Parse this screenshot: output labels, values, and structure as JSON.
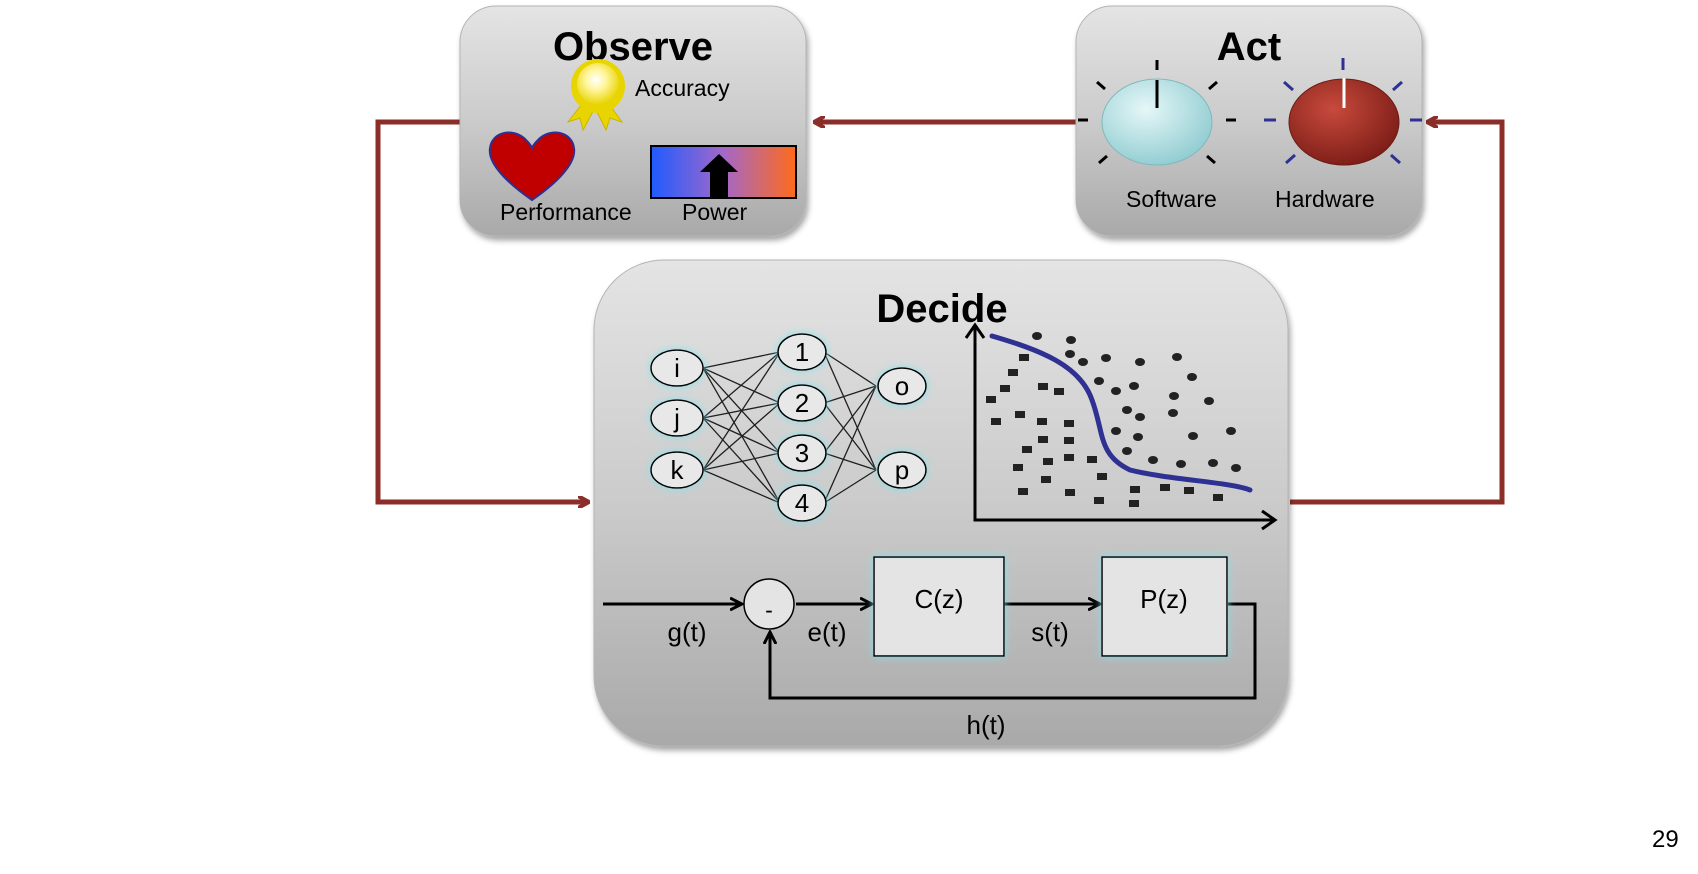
{
  "observe": {
    "title": "Observe",
    "accuracy_label": "Accuracy",
    "performance_label": "Performance",
    "power_label": "Power",
    "icons": [
      "ribbon-award-icon",
      "heart-icon",
      "power-gradient-meter-icon"
    ]
  },
  "act": {
    "title": "Act",
    "software_label": "Software",
    "hardware_label": "Hardware",
    "icons": [
      "software-knob-icon",
      "hardware-knob-icon"
    ]
  },
  "decide": {
    "title": "Decide",
    "neural_net": {
      "inputs": [
        "i",
        "j",
        "k"
      ],
      "hidden": [
        "1",
        "2",
        "3",
        "4"
      ],
      "outputs": [
        "o",
        "p"
      ]
    },
    "control_loop": {
      "sum_sign": "-",
      "input_signal": "g(t)",
      "error_signal": "e(t)",
      "controller": "C(z)",
      "control_signal": "s(t)",
      "plant": "P(z)",
      "feedback_signal": "h(t)"
    }
  },
  "colors": {
    "loop_arrow": "#8b2e2a",
    "panel_fill": "#c8c8c8",
    "curve": "#2e3192",
    "software_knob": "#b9e0e3",
    "hardware_knob": "#a02c24",
    "heart": "#c00000"
  },
  "page_number": "29"
}
